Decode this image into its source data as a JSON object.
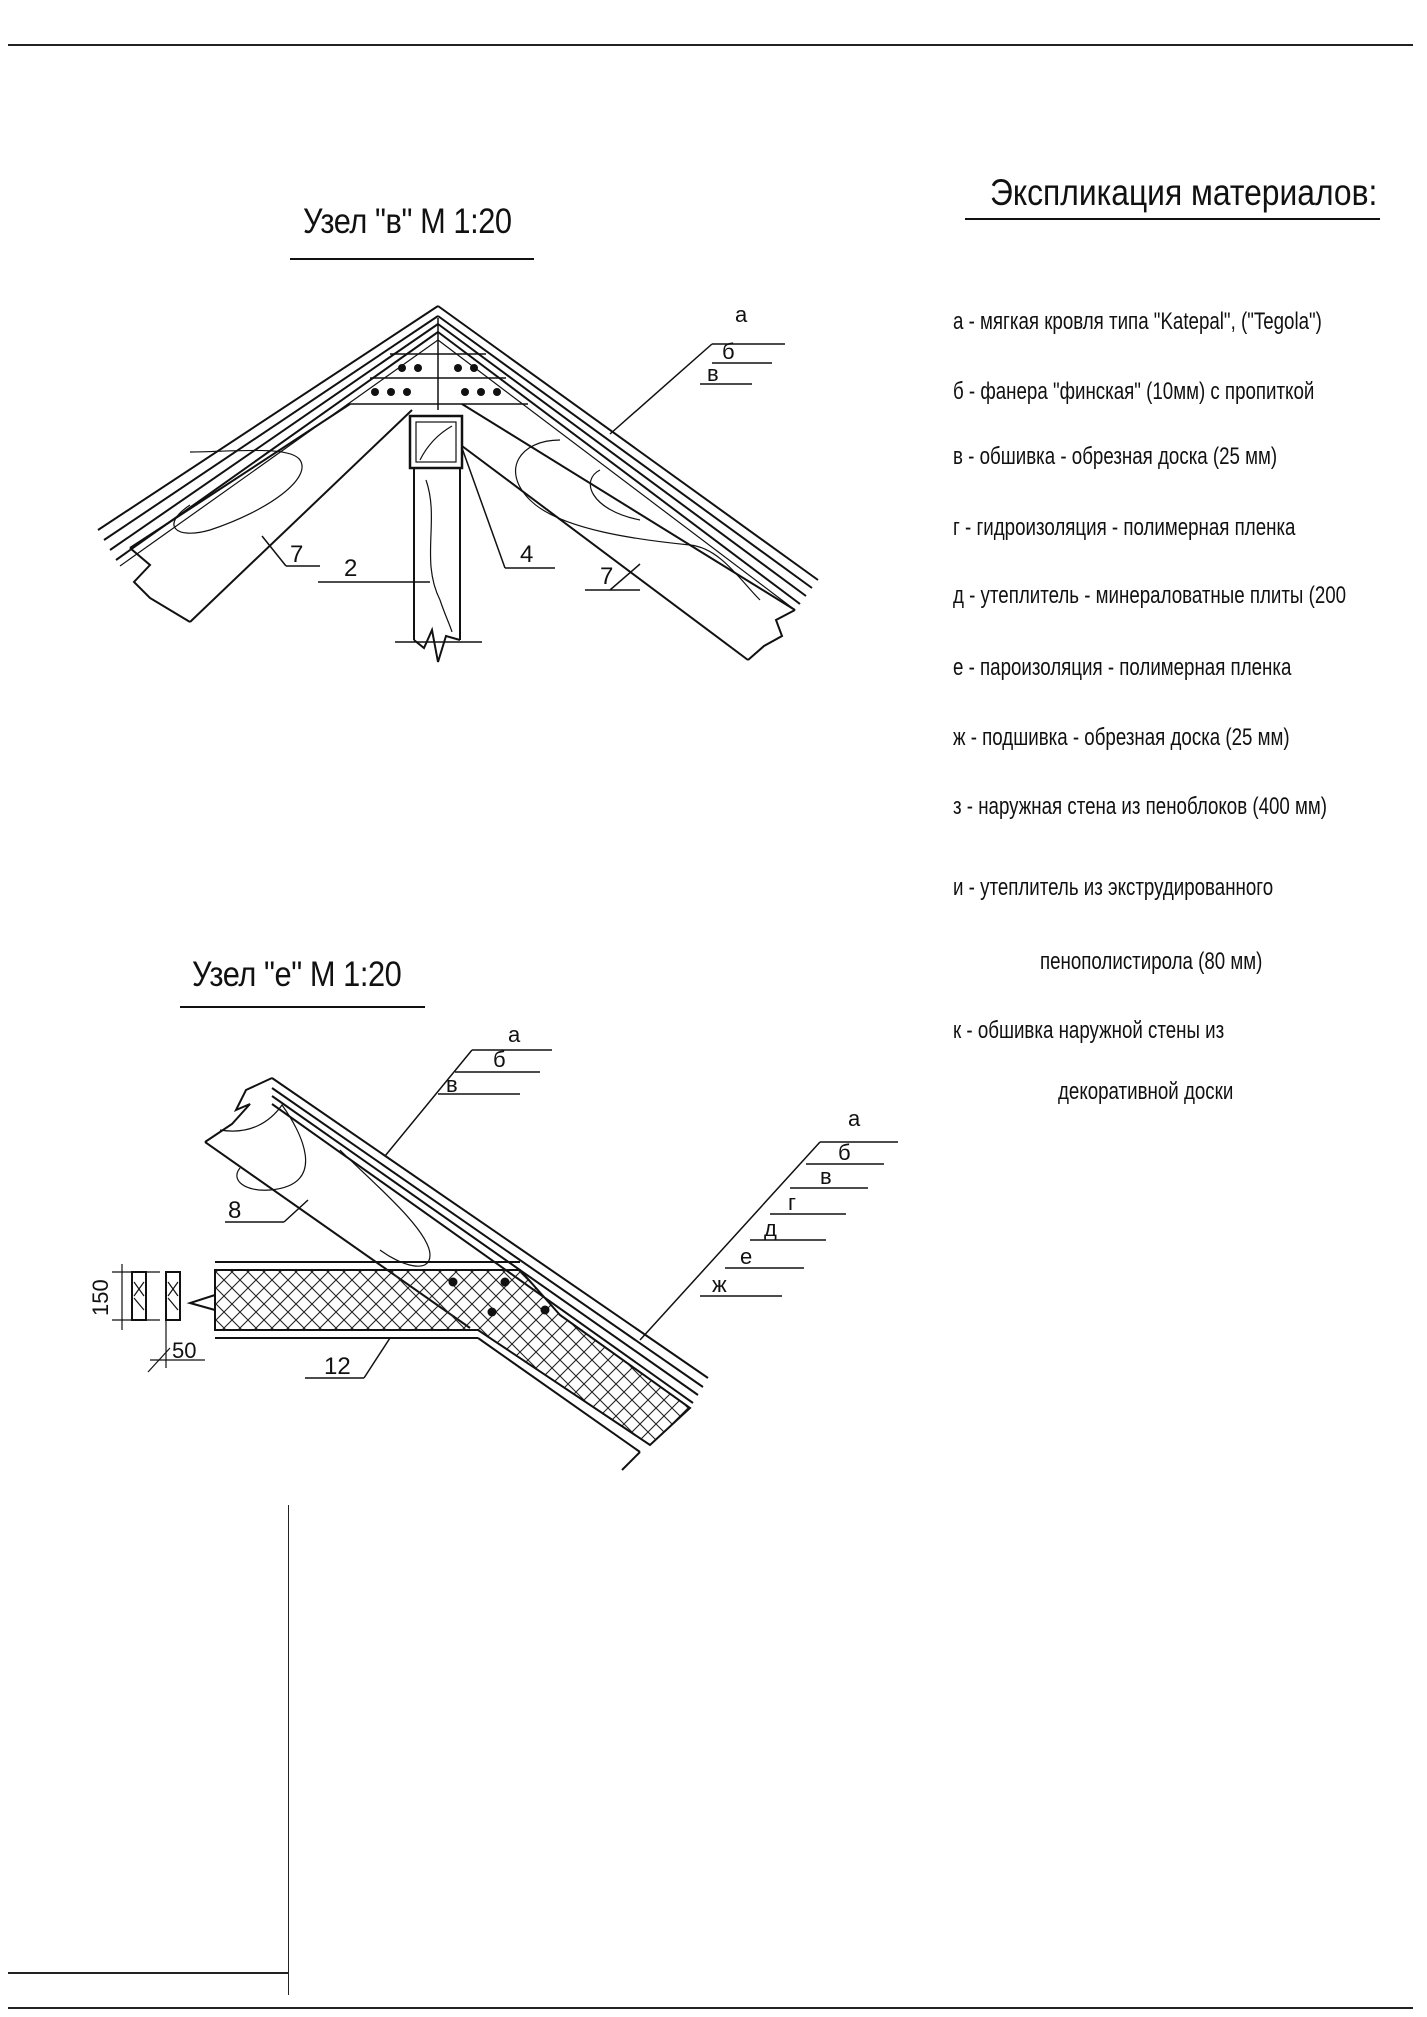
{
  "node_v": {
    "title": "Узел \"в\" М 1:20",
    "layer_labels": [
      "а",
      "б",
      "в"
    ],
    "callouts": [
      "7",
      "2",
      "4",
      "7"
    ]
  },
  "node_e": {
    "title": "Узел \"е\" М 1:20",
    "roof_labels": [
      "а",
      "б",
      "в"
    ],
    "wall_labels": [
      "а",
      "б",
      "в",
      "г",
      "д",
      "е",
      "ж"
    ],
    "callouts": [
      "8",
      "12"
    ],
    "dimensions": [
      "150",
      "50"
    ]
  },
  "legend": {
    "title": "Экспликация материалов:",
    "items": [
      "а - мягкая кровля типа \"Katepal\", (\"Tegola\")",
      "б - фанера \"финская\" (10мм) с пропиткой",
      "в - обшивка - обрезная доска (25 мм)",
      "г - гидроизоляция - полимерная пленка",
      "д - утеплитель - минераловатные плиты (200",
      "е - пароизоляция - полимерная пленка",
      "ж - подшивка - обрезная доска (25 мм)",
      "з - наружная стена из пеноблоков (400 мм)",
      "и - утеплитель из экструдированного",
      "пенополистирола (80 мм)",
      "к - обшивка наружной стены из",
      "декоративной доски"
    ]
  }
}
